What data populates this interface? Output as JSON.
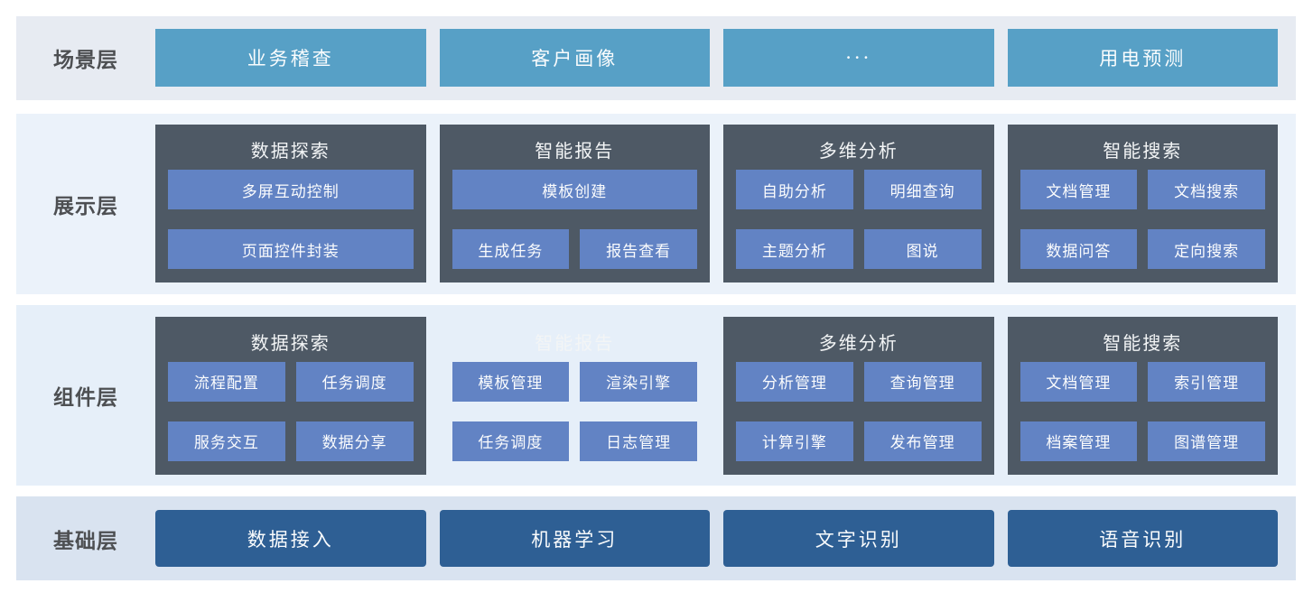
{
  "colors": {
    "scene_box": "#57a0c6",
    "dark_group": "#4e5965",
    "item_box": "#6283c4",
    "base_box": "#2e5f94",
    "scene_band_bg": "#e7ebf2",
    "display_band_bg": "#ebf2fa",
    "component_band_bg": "#e6eff9",
    "base_band_bg": "#d9e3f0"
  },
  "layers": {
    "scene": {
      "label": "场景层",
      "items": [
        "业务稽查",
        "客户画像",
        "···",
        "用电预测"
      ]
    },
    "display": {
      "label": "展示层",
      "groups": [
        {
          "title": "数据探索",
          "items": [
            "多屏互动控制",
            "页面控件封装"
          ]
        },
        {
          "title": "智能报告",
          "items": [
            "模板创建",
            "生成任务",
            "报告查看"
          ]
        },
        {
          "title": "多维分析",
          "items": [
            "自助分析",
            "明细查询",
            "主题分析",
            "图说"
          ]
        },
        {
          "title": "智能搜索",
          "items": [
            "文档管理",
            "文档搜索",
            "数据问答",
            "定向搜索"
          ]
        }
      ]
    },
    "component": {
      "label": "组件层",
      "groups": [
        {
          "title": "数据探索",
          "items": [
            "流程配置",
            "任务调度",
            "服务交互",
            "数据分享"
          ]
        },
        {
          "title": "智能报告",
          "items": [
            "模板管理",
            "渲染引擎",
            "任务调度",
            "日志管理"
          ]
        },
        {
          "title": "多维分析",
          "items": [
            "分析管理",
            "查询管理",
            "计算引擎",
            "发布管理"
          ]
        },
        {
          "title": "智能搜索",
          "items": [
            "文档管理",
            "索引管理",
            "档案管理",
            "图谱管理"
          ]
        }
      ]
    },
    "base": {
      "label": "基础层",
      "items": [
        "数据接入",
        "机器学习",
        "文字识别",
        "语音识别"
      ]
    }
  }
}
